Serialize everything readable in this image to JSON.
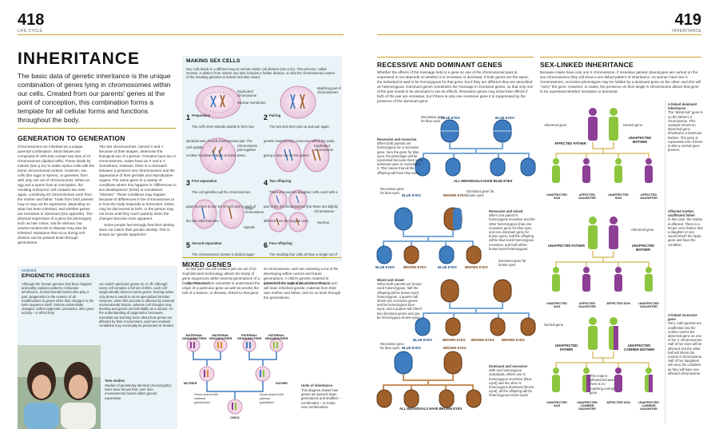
{
  "header": {
    "left_page": "418",
    "left_section": "LIFE CYCLE",
    "right_page": "419",
    "right_section": "INHERITANCE"
  },
  "main": {
    "title": "INHERITANCE",
    "lede": "The basic data of genetic inheritance is the unique combination of genes lying in chromosomes within our cells. Created from our parents' genes at the point of conception, this combination forms a template for all cellular forms and functions throughout the body."
  },
  "generation": {
    "heading": "GENERATION TO GENERATION",
    "col1": "Chromosomes are inherited as a unique parental combination. Most tissues are comprised of cells that contain two sets of 23 chromosomes (diploid cells). These divide by mitosis (see p.21) to make replica cells with the same chromosomal content. However, sex cells (the eggs or sperm), or gametes, form with only one set of chromosomes. When an egg and a sperm fuse at conception, the resulting embryonic cell contains two sets again, combining 23 chromosomes each from the mother and father. Traits from both parents may or may not be expressed, depending on what has been inherited, and whether genes are recessive or dominant (see opposite). The physical expression of a gene (its phenotype), such as hair colour, can be obvious, but unseen tendencies to disease may also be inherited. Mutations that occur during cell division can be passed down through generations.",
    "col2": "The sex chromosomes, named X and Y because of their shapes, determine the biological sex of a person. Females have two X chromosomes, males have an X and a Y. Sometimes, however, there is a mismatch between a person's sex chromosomes and the appearance of their genitals and reproductive organs. The name given to a variety of conditions where this happens is \"differences in sex development\" (DSD) or sometimes, \"intersex\". These conditions may happen because of differences in the chromosomes or in how the body responds to hormones. DSDs may be discovered at birth, or the person may not know until they reach puberty when the changes become more apparent.",
    "col2b": "Some people feel strongly that their identity does not match their gender identity. This is known as \"gender dysphoria\"."
  },
  "sex_cells": {
    "heading": "MAKING SEX CELLS",
    "intro": "Sex cells divide in a different way to normal mitotic cell division (see p.21). This process, called meiosis, is distinct from mitosis and also includes a further division, so that the chromosomal content of the resulting gametes is halved and also mixed.",
    "labels": {
      "duplicated": "Duplicated chromosome",
      "nuclear": "Nuclear membrane",
      "matching": "Matching pair of chromosomes",
      "cellspindle": "Cell spindle",
      "crossover": "Chromosome pair together",
      "dup2": "Duplicated chromosome",
      "single": "Single chromosome",
      "spindle": "Spindle",
      "chromosome": "Chromosome",
      "nucleus": "Nucleus"
    },
    "steps": [
      {
        "num": "1",
        "title": "Preparation",
        "text": "The cell's DNA strands double to form two identical sets of each chromosomal pair. The nuclear membrane starts to break down."
      },
      {
        "num": "2",
        "title": "Pairing",
        "text": "The two sets then pair up and pair again, genetic material may cross over within the pairs, giving a new mix for the genes."
      },
      {
        "num": "3",
        "title": "First separation",
        "text": "The cell spindles pull the chromosomes apart so there is one set of each pair in each of the two cells that form."
      },
      {
        "num": "4",
        "title": "Two offspring",
        "text": "There are now two daughter cells, each with a pair of the 23 chromosomes (but these are slightly different from the original one)."
      },
      {
        "num": "5",
        "title": "Second separation",
        "text": "The chromosomal content is divided again so that each sex cell contains just one set of 23 chromosomes."
      },
      {
        "num": "6",
        "title": "Four offspring",
        "text": "The resulting four cells all have a single set of 23 chromosomes, each set containing a mix of the genes from the original pair of chromosomes."
      }
    ]
  },
  "epigenetic": {
    "tag": "SCIENCE",
    "heading": "EPIGENETIC PROCESSES",
    "col1": "Although the human genome has been trapped and partly explains patterns of disease inheritance, environmental factors also play a part. Epigenetics is the science of all modifications to genes other than changes to the DNA sequence itself. Various extracellular changes, called epigenetic processes, alter gene activity – in effect they",
    "col2": "can switch particular genes on or off. Although every cell contains a full set of DNA, each cell epigenetically silences some genes, leaving active only those it needs to do its specialized function. However, when this process is affected by external environmental factors, adverse cell changes may develop and genes uncontrollably as a tumour. As the understanding of epigenetics increases, scientists are learning more about how genes are affected by their environment, and how resultant conditions may eventually be prevented or treated.",
    "twin_title": "Twin studies",
    "twin_text": "Studies of genetically identical (monozygotic) twins have shown that, over time, environmental factors affect genetic expression."
  },
  "mixed": {
    "heading": "MIXED GENES",
    "col1": "Sophisticated technology allows the study of gene sequences within several generations of a family. This enables scientists to understand the origin of a particular gene as well as predict the risk of a feature, or disease, linked to that gene",
    "col2": "developing within current and future generations. A child's genetic material is inherited from both of its parents. They in turn will have inherited genetic material from their own mother and father, and so on back through the generations.",
    "grand": [
      "MATERNAL GRANDMOTHER",
      "MATERNAL GRANDFATHER",
      "PATERNAL GRANDMOTHER",
      "PATERNAL GRANDFATHER"
    ],
    "mother": "MOTHER",
    "father": "FATHER",
    "child": "CHILD",
    "shared_m": "Genes shared with maternal grandmother",
    "shared_p": "Genes shared with paternal grandfather",
    "units_title": "Units of inheritance",
    "units_text": "This diagram shows how genes are passed down generations and shuffled – not blended – to create new combinations."
  },
  "recessive": {
    "heading": "RECESSIVE AND DOMINANT GENES",
    "intro": "Whether the effects of the message held in a gene on one of the chromosomal pairs is expressed or not depends on whether it is recessive or dominant. If both genes are the same, the individual is said to be homozygous for that gene, but if they are different they are described as heterozygous. Dominant genes overwhelm the message in recessive genes, so that only one of the pair needs to be dominant to see its effects. Recessive genes may show their effects if both of the pair are recessive, but if there is only one recessive gene it is suppressed by the presence of the dominant gene.",
    "recessive_gene_label": "Recessive gene for blue eyes",
    "blue_eyes": "BLUE EYES",
    "brown_eyes": "BROWN EYES",
    "dominant_label": "Dominant gene for brown eyes",
    "all_blue": "ALL INDIVIDUALS HAVE BLUE EYES",
    "all_brown": "ALL INDIVIDUALS HAVE BROWN EYES",
    "notes": [
      {
        "title": "Recessive and recessive",
        "text": "When both parents are homozygous for a recessive gene, here the gene for blue eyes, the phenotype will be expressed because there is no dominant gene to overwhelm it. This means that all the offspring will have blue eyes."
      },
      {
        "title": "Recessive and mixed",
        "text": "When one parent is homozygous recessive and the other heterozygous (has one recessive gene for blue eyes and one dominant gene for brown eyes), half the offspring will be blue-eyed homozygous recessive, and half will be brown-eyed heterozygous."
      },
      {
        "title": "Mixed and mixed",
        "text": "When both parents are brown-eyed heterozygous, half the offspring will be brown-eyed heterozygous, a quarter will inherit two recessive genes and be homozygous blue-eyed, and a quarter will inherit two dominant genes and just be homozygous brown-eyed."
      },
      {
        "title": "Dominant and recessive",
        "text": "With two homozygous individuals, where one is homozygous recessive (blue-eyed) and the other is homozygous dominant (brown-eyed), all the offspring will be heterozygous brown-eyed."
      }
    ]
  },
  "sexlinked": {
    "heading": "SEX-LINKED INHERITANCE",
    "intro": "Because males have only one X chromosome, if recessive genetic phenotypes are carried on the sex chromosomes they will show a sex-linked pattern of inheritance. As women have two X chromosomes, recessive phenotypes may be hidden by a dominant gene on the other, and she will \"carry\" the gene. However, in males, the presence on their single X-chromosome allows that gene to be expressed whether recessive or dominant.",
    "abnormal_gene": "Abnormal gene",
    "normal_gene": "Normal gene",
    "affected_father": "AFFECTED FATHER",
    "unaffected_mother": "UNAFFECTED MOTHER",
    "unaffected_father": "UNAFFECTED FATHER",
    "carrier_mother": "UNAFFECTED CARRIER MOTHER",
    "row1": [
      "UNAFFECTED SON",
      "AFFECTED DAUGHTER",
      "UNAFFECTED SON",
      "AFFECTED DAUGHTER"
    ],
    "row2": [
      "UNAFFECTED SON",
      "AFFECTED DAUGHTER",
      "AFFECTED SON",
      "UNAFFECTED DAUGHTER"
    ],
    "row3": [
      "UNAFFECTED SON",
      "UNAFFECTED CARRIER DAUGHTER",
      "AFFECTED SON",
      "UNAFFECTED CARRIER DAUGHTER"
    ],
    "male_note": "This male is affected because there is no matching normal gene",
    "side": [
      {
        "title": "X-linked dominant inheritance",
        "text": "The \"abnormal\" gene is on the father's X chromosome. This example shows an abnormal gene inherited in a dominant fashion. The gene is expressed even if there is also a normal gene present."
      },
      {
        "title": "Affected mother, unaffected father",
        "text": "In this case, the mother is affected. There is a 50 per cent chance that a daughter or son would inherit the faulty gene and have the condition."
      },
      {
        "title": "X-linked recessive gene",
        "text": "Here, both parents are unaffected, but the mother carries the abnormal gene on one of her X chromosomes. Half of her sons will be affected, but the other half will inherit the normal X chromosome. Half of her daughters will carry the condition as they will have one affected chromosome."
      }
    ]
  },
  "colors": {
    "accent": "#c9a227",
    "blue": "#3f7cc0",
    "brown": "#a0612d",
    "purple": "#8c3f94",
    "green": "#8cc63f",
    "panel": "#eaf3f7"
  }
}
